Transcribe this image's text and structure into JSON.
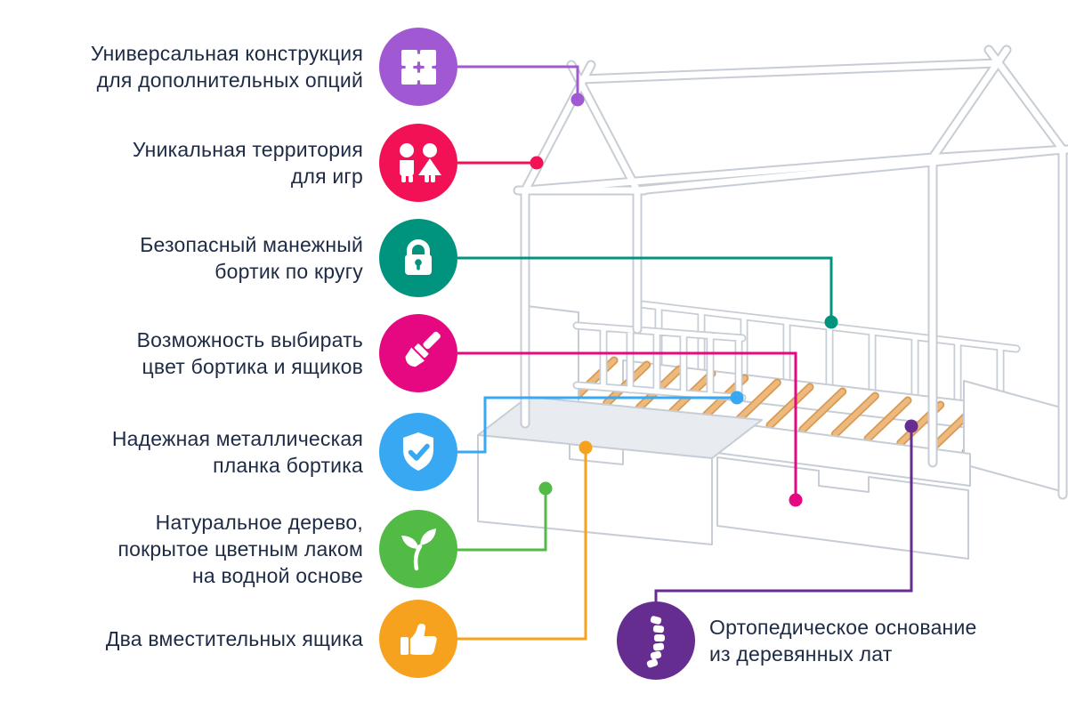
{
  "background": "#ffffff",
  "text_color": "#1e2b45",
  "features": [
    {
      "id": "universal-construction",
      "icon": "puzzle-icon",
      "color": "#a159d3",
      "label_lines": [
        "Универсальная конструкция",
        "для дополнительных опций"
      ]
    },
    {
      "id": "play-territory",
      "icon": "children-icon",
      "color": "#f21155",
      "label_lines": [
        "Уникальная территория",
        "для игр"
      ]
    },
    {
      "id": "safe-rail",
      "icon": "lock-icon",
      "color": "#00947e",
      "label_lines": [
        "Безопасный манежный",
        "бортик по кругу"
      ]
    },
    {
      "id": "color-choice",
      "icon": "brush-icon",
      "color": "#e50880",
      "label_lines": [
        "Возможность выбирать",
        "цвет бортика и ящиков"
      ]
    },
    {
      "id": "metal-plank",
      "icon": "shield-icon",
      "color": "#38a8f2",
      "label_lines": [
        "Надежная металлическая",
        "планка бортика"
      ]
    },
    {
      "id": "natural-wood",
      "icon": "leaf-icon",
      "color": "#52bb45",
      "label_lines": [
        "Натуральное дерево,",
        "покрытое цветным лаком",
        "на водной основе"
      ]
    },
    {
      "id": "two-drawers",
      "icon": "thumb-up-icon",
      "color": "#f7a21e",
      "label_lines": [
        "Два вместительных ящика"
      ]
    },
    {
      "id": "orthopedic-base",
      "icon": "spine-icon",
      "color": "#662d91",
      "label_lines": [
        "Ортопедическое основание",
        "из деревянных лат"
      ]
    }
  ],
  "illustration": {
    "name": "house-frame-bed-with-two-drawers",
    "outline": "#c7cdd5",
    "body_fill": "#ffffff",
    "drawer_interior": "#e8ecf0",
    "slat_edge": "#d79a55",
    "slat_fill": "#eeb97c"
  }
}
